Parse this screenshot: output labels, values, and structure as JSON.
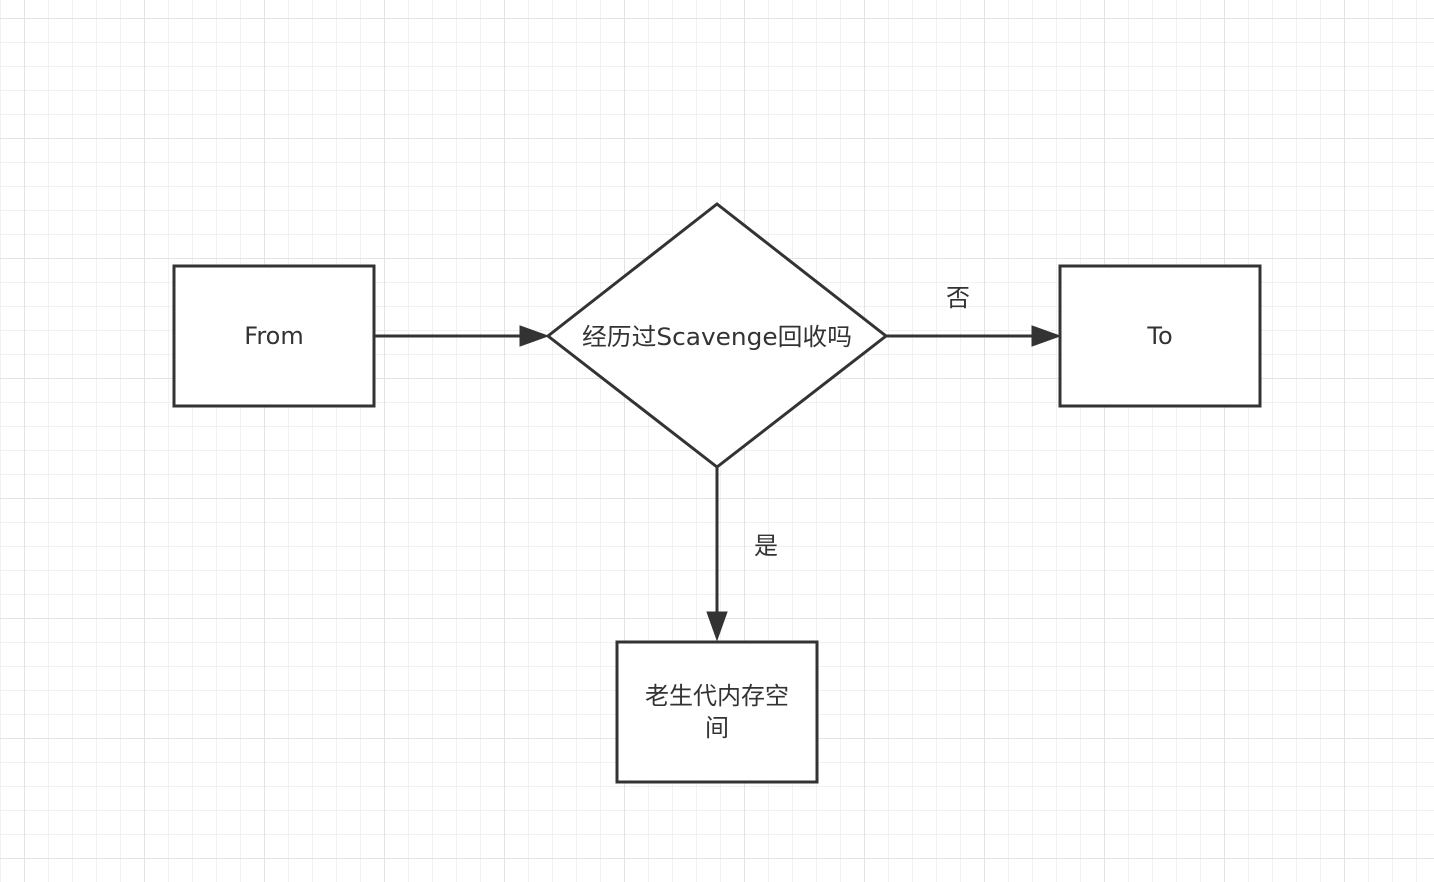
{
  "diagram": {
    "nodes": {
      "from": {
        "label": "From"
      },
      "decision": {
        "label": "经历过Scavenge回收吗"
      },
      "to": {
        "label": "To"
      },
      "old_generation": {
        "label_line1": "老生代内存空",
        "label_line2": "间"
      }
    },
    "edges": {
      "no": {
        "label": "否"
      },
      "yes": {
        "label": "是"
      }
    }
  }
}
